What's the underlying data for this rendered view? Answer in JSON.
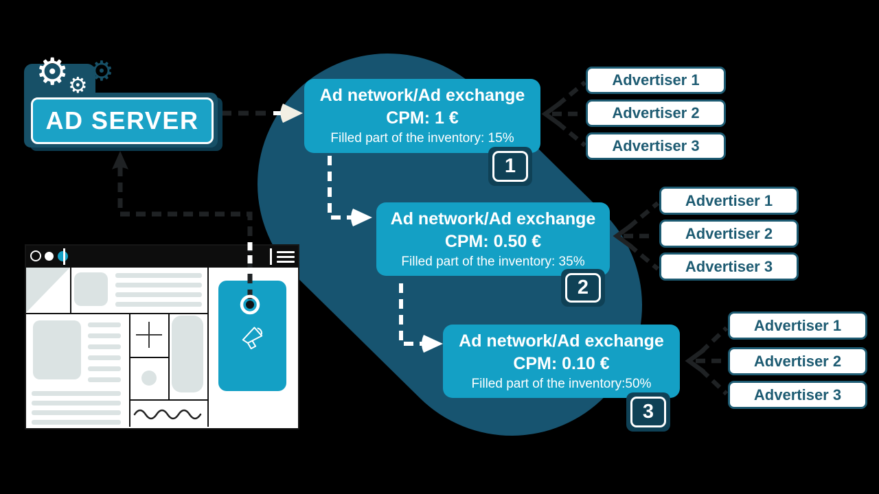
{
  "ad_server": {
    "label": "AD SERVER"
  },
  "icons": {
    "gear": "⚙"
  },
  "networks": [
    {
      "title": "Ad network/Ad exchange",
      "cpm": "CPM: 1 €",
      "fill": "Filled part of the inventory: 15%",
      "badge": "1"
    },
    {
      "title": "Ad network/Ad exchange",
      "cpm": "CPM: 0.50 €",
      "fill": "Filled part of the inventory: 35%",
      "badge": "2"
    },
    {
      "title": "Ad network/Ad exchange",
      "cpm": "CPM: 0.10 €",
      "fill": "Filled part of the inventory:50%",
      "badge": "3"
    }
  ],
  "advertiser_groups": [
    {
      "items": [
        "Advertiser 1",
        "Advertiser 2",
        "Advertiser 3"
      ]
    },
    {
      "items": [
        "Advertiser 1",
        "Advertiser 2",
        "Advertiser 3"
      ]
    },
    {
      "items": [
        "Advertiser 1",
        "Advertiser 2",
        "Advertiser 3"
      ]
    }
  ],
  "colors": {
    "background": "#000000",
    "accent_teal": "#14a0c5",
    "blob_dark_teal": "#175470",
    "panel_dark_teal": "#175067",
    "badge_background": "#0f4156",
    "advertiser_border": "#1d5b72",
    "wireframe_gray": "#dbe3e3",
    "arrow_dark": "#1f2224",
    "arrow_light": "#f2efe4"
  }
}
